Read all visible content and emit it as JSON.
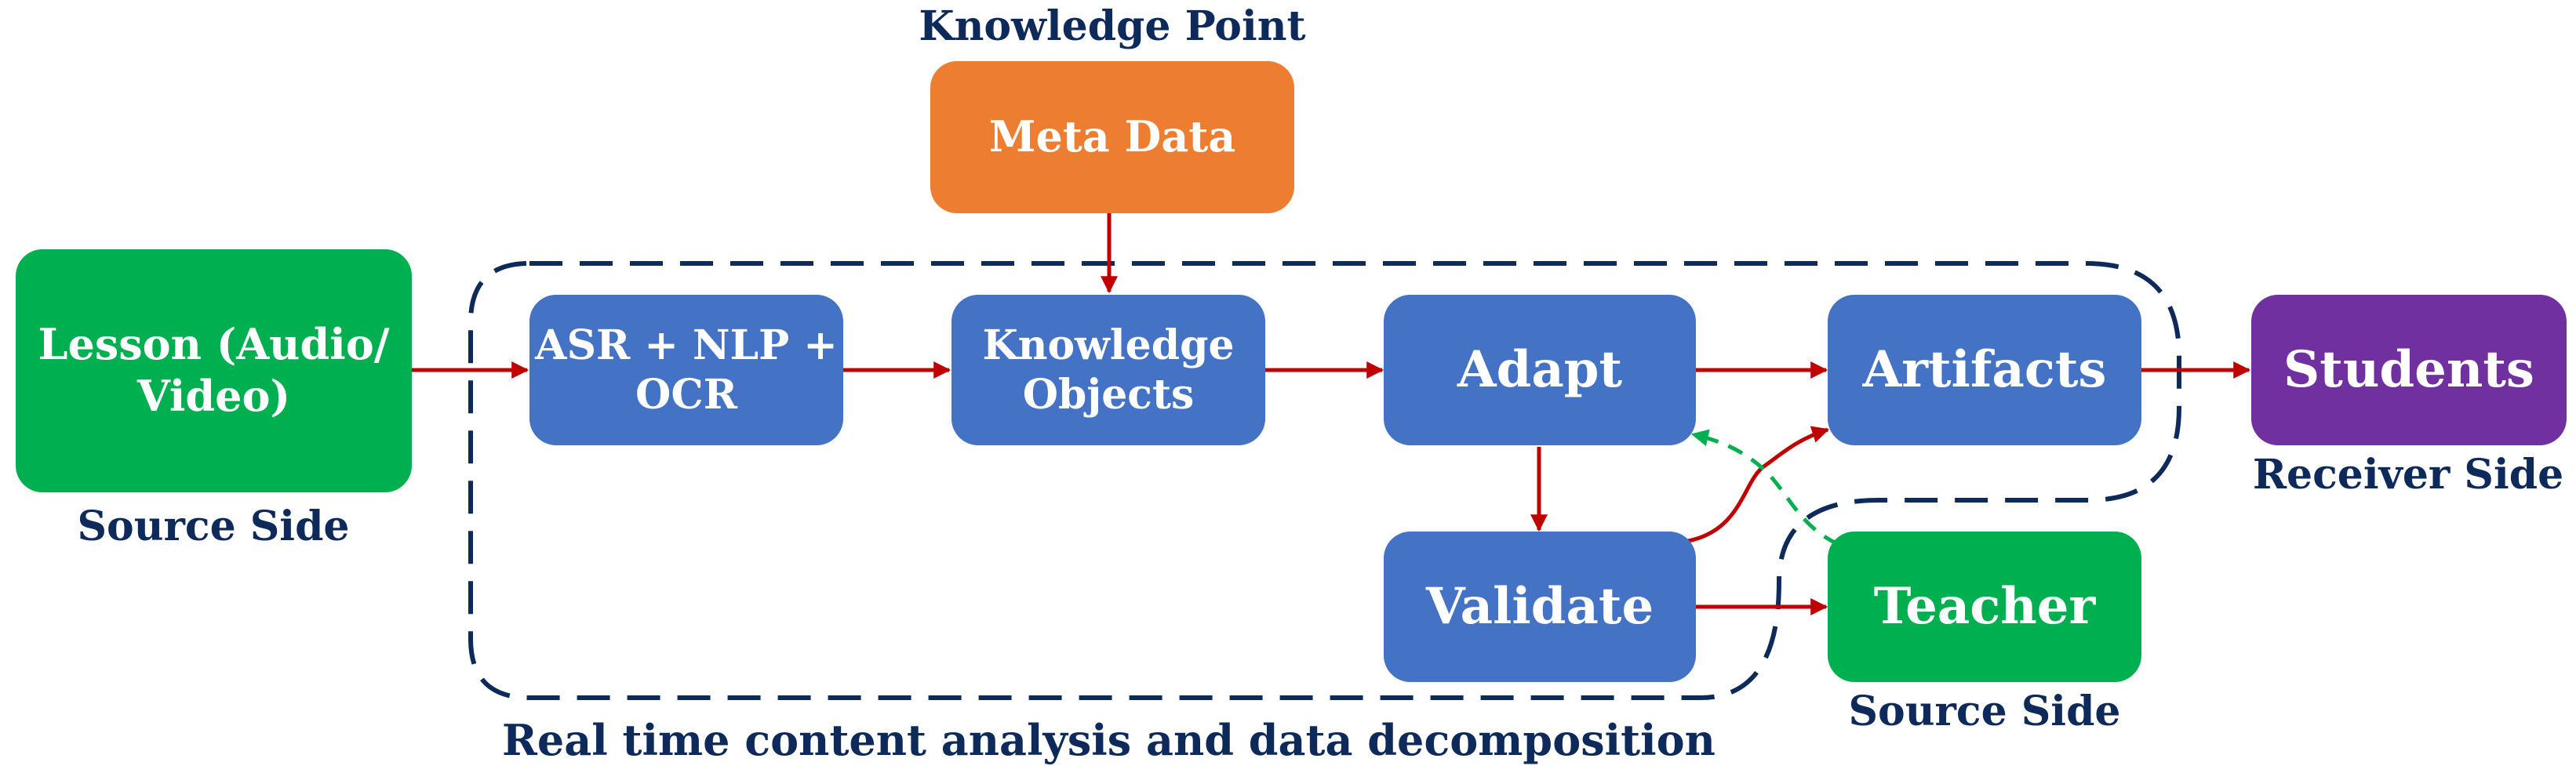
{
  "nodes": {
    "meta_data": "Meta Data",
    "lesson": "Lesson (Audio/\nVideo)",
    "asr": "ASR + NLP +\nOCR",
    "knowledge_objects": "Knowledge\nObjects",
    "adapt": "Adapt",
    "artifacts": "Artifacts",
    "students": "Students",
    "validate": "Validate",
    "teacher": "Teacher"
  },
  "captions": {
    "knowledge_point": "Knowledge Point",
    "source_side_left": "Source Side",
    "receiver_side": "Receiver Side",
    "source_side_teacher": "Source Side",
    "pipeline_region": "Real time content analysis and data decomposition"
  },
  "colors": {
    "process": "#4472c4",
    "source": "#00b050",
    "meta": "#ed7d31",
    "receiver": "#7030a0",
    "arrow": "#c00000",
    "feedback_arrow": "#00b050",
    "region_border": "#0d2a5a",
    "caption_text": "#0d2a5a"
  }
}
